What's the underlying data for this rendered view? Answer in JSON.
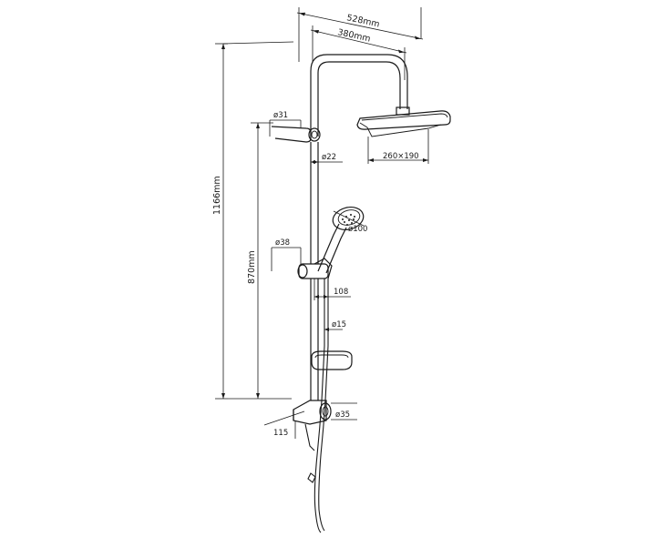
{
  "diagram": {
    "dimensions": {
      "arm_reach": "528mm",
      "arm_length": "380mm",
      "total_height": "1166mm",
      "rail_height": "870mm",
      "top_bracket_dia": "ø31",
      "pipe_dia": "ø22",
      "head_size": "260×190",
      "slider_dia": "ø38",
      "hand_shower_dia": "ø100",
      "slider_offset": "108",
      "lower_pipe_dia": "ø15",
      "bottom_connector_dia": "ø35",
      "bottom_offset": "115"
    }
  }
}
